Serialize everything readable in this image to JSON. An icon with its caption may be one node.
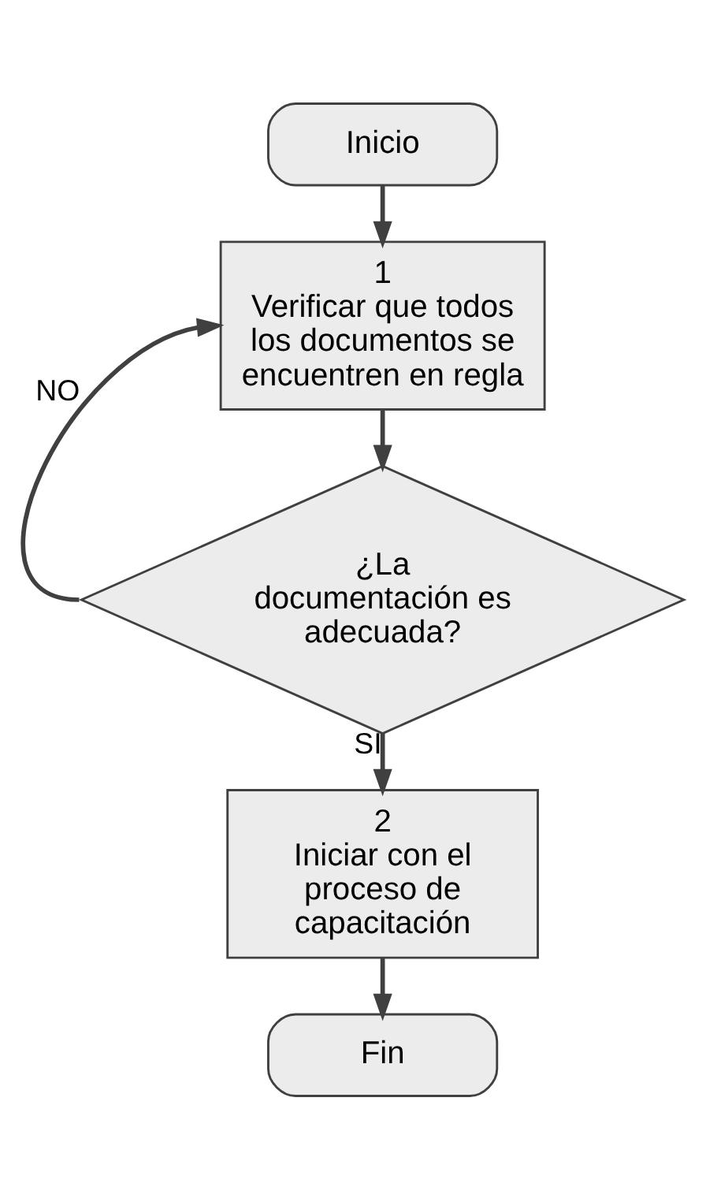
{
  "diagram": {
    "nodes": [
      {
        "text": [
          "Inicio"
        ]
      },
      {
        "text": [
          "1",
          "Verificar que todos los documentos se encuentren en regla"
        ]
      },
      {
        "text": [
          "¿La documentación es adecuada?"
        ]
      },
      {
        "text": [
          "2",
          "Iniciar con el proceso de capacitación"
        ]
      },
      {
        "text": [
          "Fin"
        ]
      }
    ],
    "edges": [
      {
        "from": 0,
        "to": 1,
        "arrow": "to"
      },
      {
        "from": 1,
        "to": 2,
        "arrow": "to"
      },
      {
        "from": 2,
        "to": 1,
        "arrow": "to",
        "label": "NO"
      },
      {
        "from": 2,
        "to": 3,
        "arrow": "to",
        "label": "SI"
      },
      {
        "from": 3,
        "to": 4,
        "arrow": "to"
      }
    ]
  }
}
